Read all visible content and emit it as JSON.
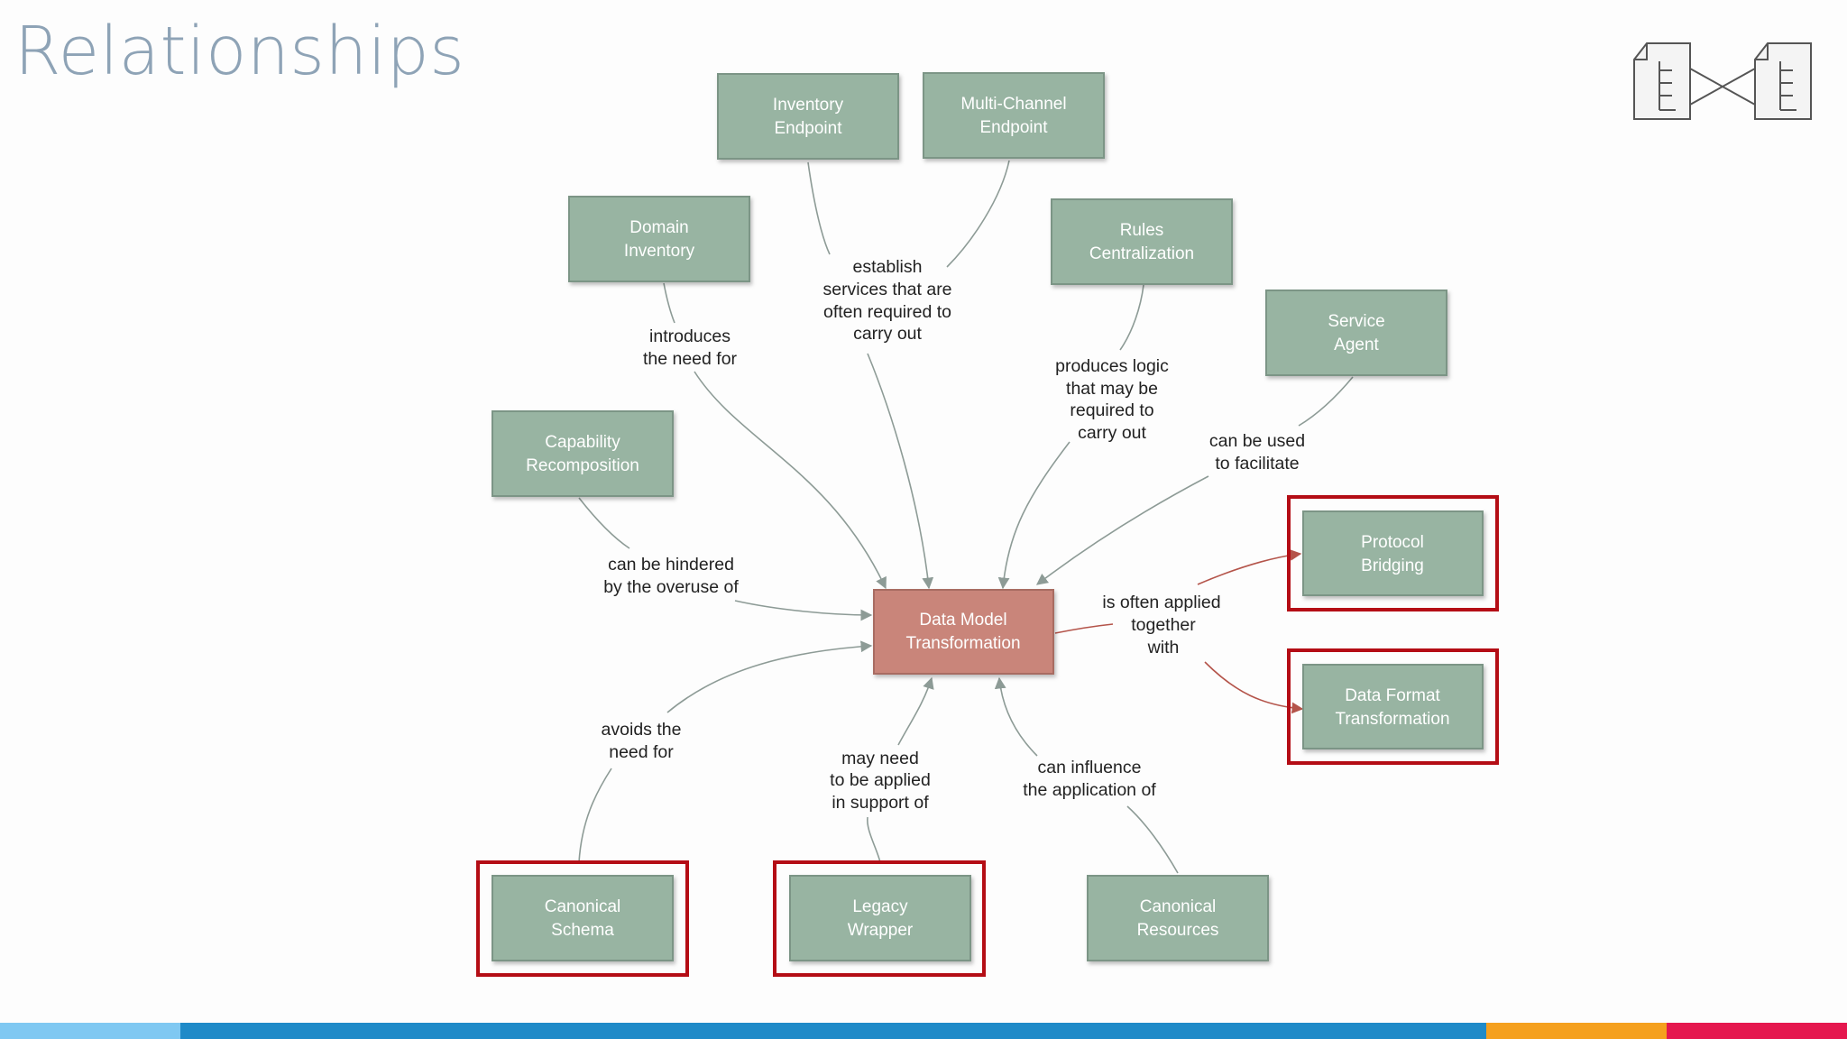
{
  "slide": {
    "title": "Relationships"
  },
  "center": {
    "line1": "Data Model",
    "line2": "Transformation"
  },
  "nodes": {
    "inventory_endpoint": {
      "line1": "Inventory",
      "line2": "Endpoint"
    },
    "multi_channel_endpoint": {
      "line1": "Multi-Channel",
      "line2": "Endpoint"
    },
    "domain_inventory": {
      "line1": "Domain",
      "line2": "Inventory"
    },
    "rules_centralization": {
      "line1": "Rules",
      "line2": "Centralization"
    },
    "service_agent": {
      "line1": "Service",
      "line2": "Agent"
    },
    "capability_recomposition": {
      "line1": "Capability",
      "line2": "Recomposition"
    },
    "protocol_bridging": {
      "line1": "Protocol",
      "line2": "Bridging"
    },
    "data_format_transformation": {
      "line1": "Data Format",
      "line2": "Transformation"
    },
    "canonical_schema": {
      "line1": "Canonical",
      "line2": "Schema"
    },
    "legacy_wrapper": {
      "line1": "Legacy",
      "line2": "Wrapper"
    },
    "canonical_resources": {
      "line1": "Canonical",
      "line2": "Resources"
    }
  },
  "labels": {
    "establish": [
      "establish",
      "services that are",
      "often required to",
      "carry out"
    ],
    "introduces": [
      "introduces",
      "the need for"
    ],
    "produces": [
      "produces logic",
      "that may be",
      "required to",
      "carry out"
    ],
    "can_be_used": [
      "can be used",
      "to facilitate"
    ],
    "can_be_hindered": [
      "can be hindered",
      "by the overuse of"
    ],
    "often_applied": [
      "is often applied",
      "together",
      "with"
    ],
    "avoids": [
      "avoids the",
      "need for"
    ],
    "may_need": [
      "may need",
      "to be applied",
      "in support of"
    ],
    "can_influence": [
      "can influence",
      "the application of"
    ]
  },
  "colors": {
    "title": "#8ea3b6",
    "node_fill": "#98b4a2",
    "center_fill": "#c9857a",
    "highlight": "#b40d15",
    "bar": [
      "#7fc8f2",
      "#1f8ac8",
      "#f5a01e",
      "#e5174e"
    ]
  },
  "icons": {
    "logo": "documents-link-icon"
  }
}
